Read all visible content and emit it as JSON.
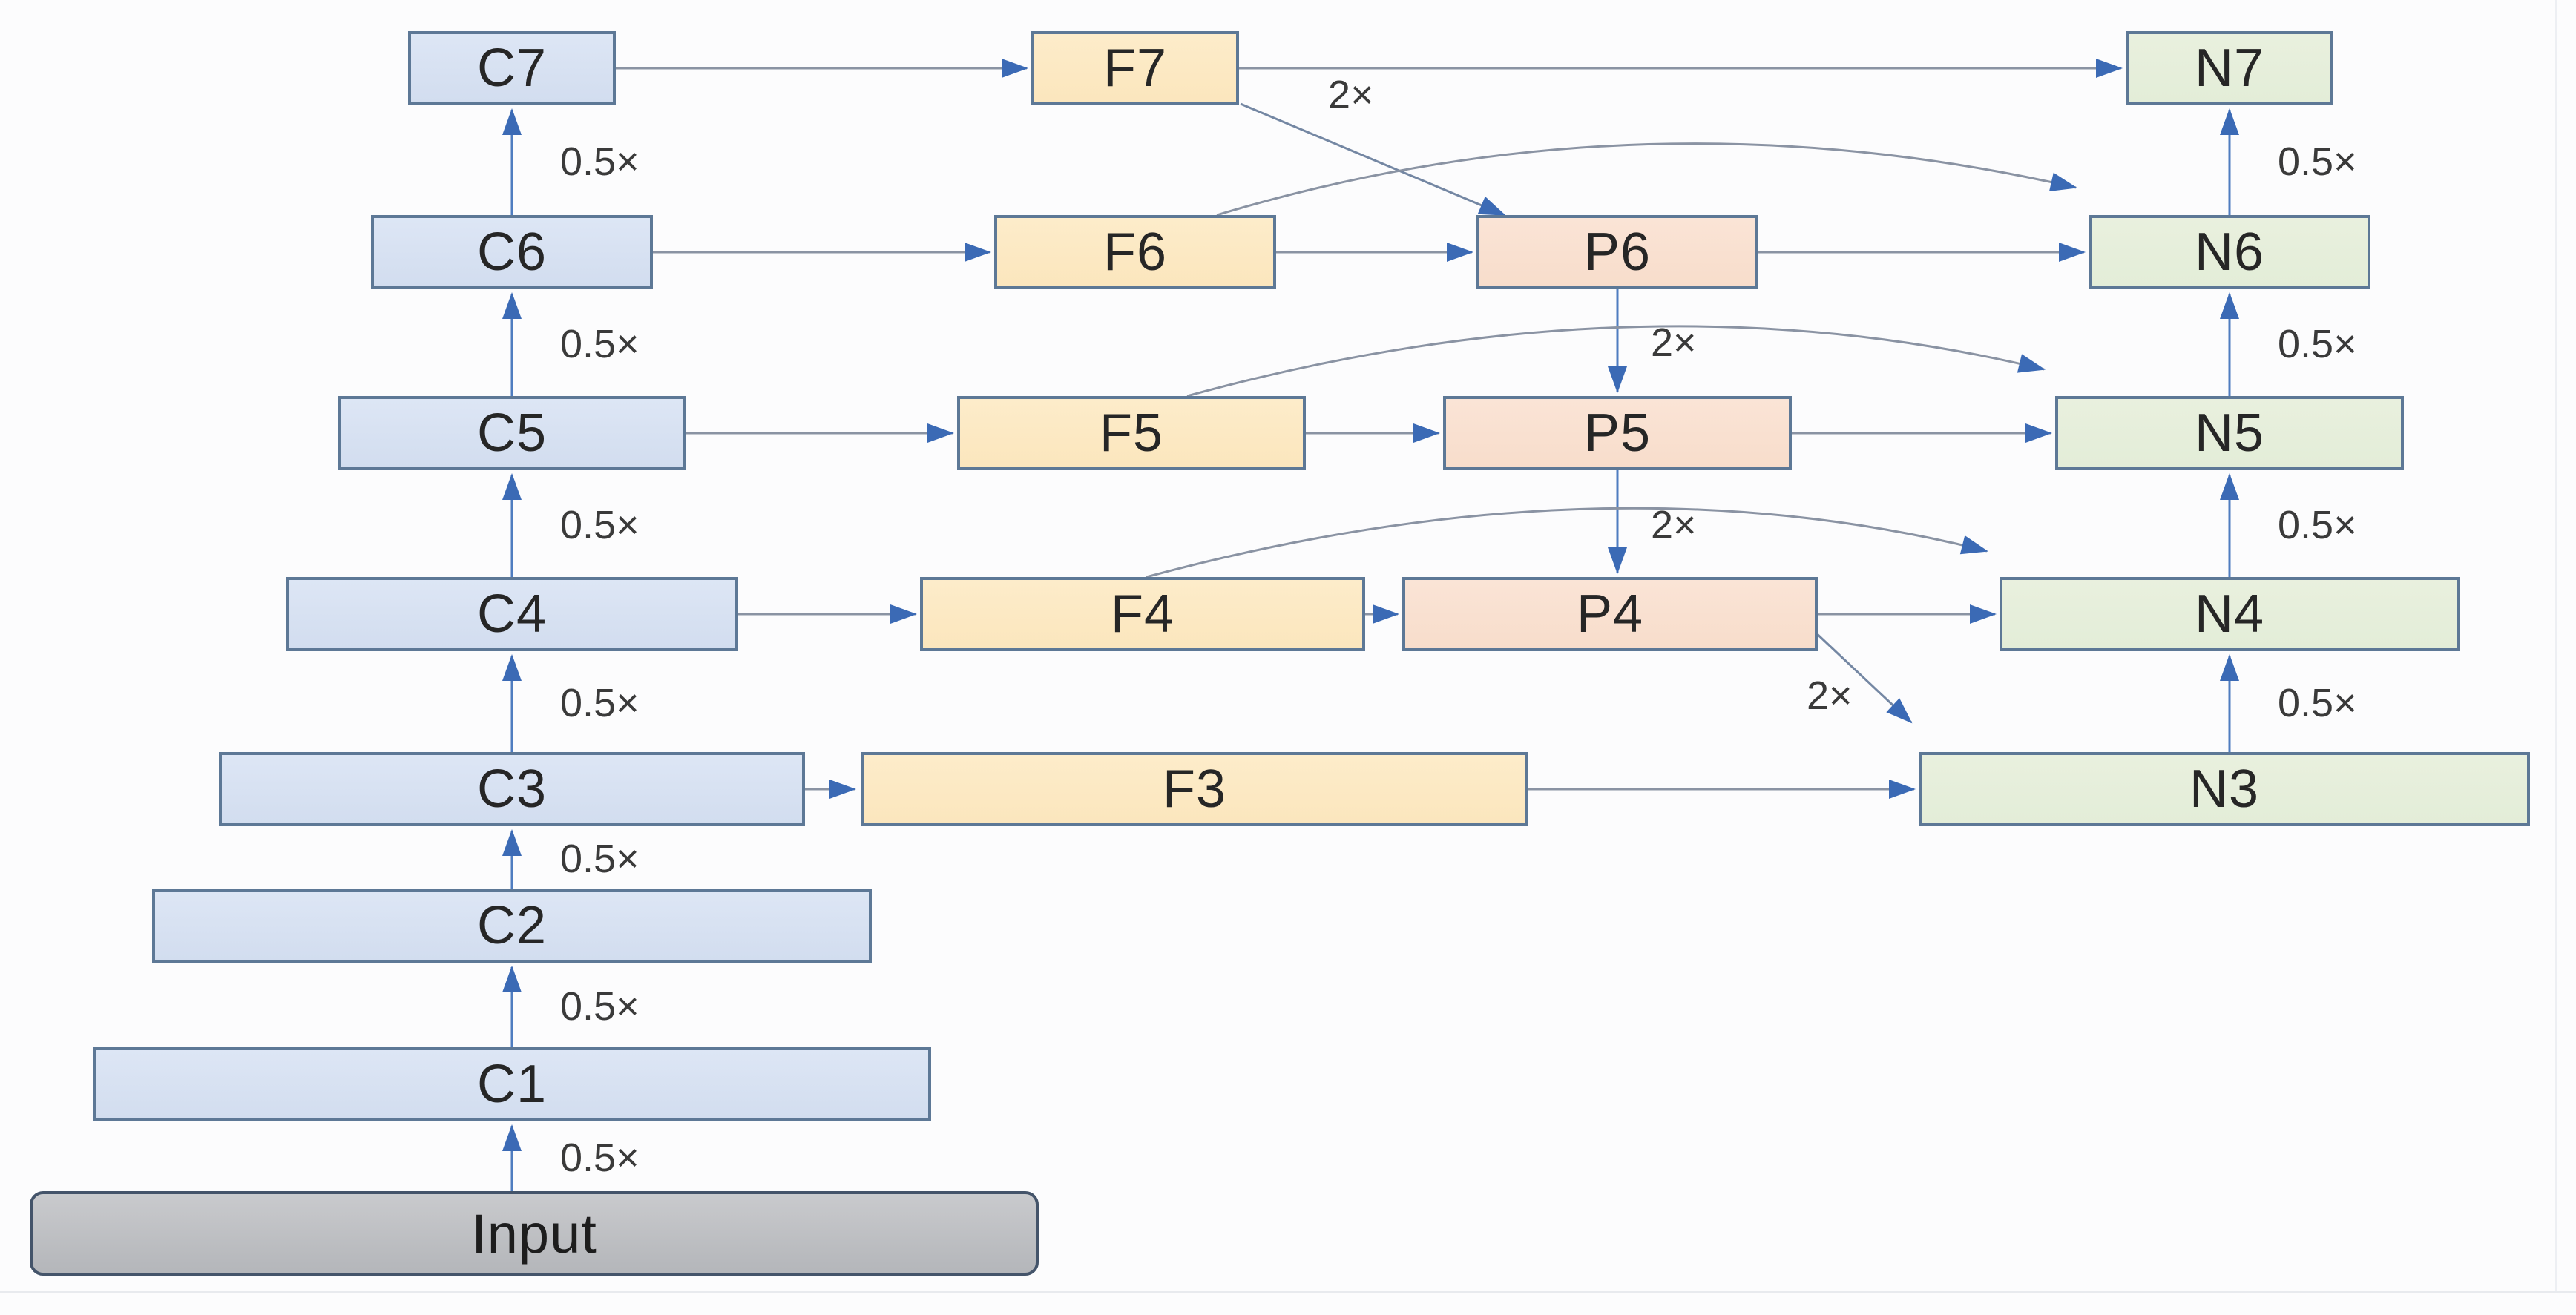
{
  "diagram_type": "feature-pyramid-network-architecture",
  "nodes": {
    "input": {
      "label": "Input"
    },
    "c1": {
      "label": "C1"
    },
    "c2": {
      "label": "C2"
    },
    "c3": {
      "label": "C3"
    },
    "c4": {
      "label": "C4"
    },
    "c5": {
      "label": "C5"
    },
    "c6": {
      "label": "C6"
    },
    "c7": {
      "label": "C7"
    },
    "f3": {
      "label": "F3"
    },
    "f4": {
      "label": "F4"
    },
    "f5": {
      "label": "F5"
    },
    "f6": {
      "label": "F6"
    },
    "f7": {
      "label": "F7"
    },
    "p4": {
      "label": "P4"
    },
    "p5": {
      "label": "P5"
    },
    "p6": {
      "label": "P6"
    },
    "n3": {
      "label": "N3"
    },
    "n4": {
      "label": "N4"
    },
    "n5": {
      "label": "N5"
    },
    "n6": {
      "label": "N6"
    },
    "n7": {
      "label": "N7"
    }
  },
  "scales": {
    "half": "0.5×",
    "double": "2×"
  },
  "edges": [
    {
      "from": "Input",
      "to": "C1",
      "label": "0.5×"
    },
    {
      "from": "C1",
      "to": "C2",
      "label": "0.5×"
    },
    {
      "from": "C2",
      "to": "C3",
      "label": "0.5×"
    },
    {
      "from": "C3",
      "to": "C4",
      "label": "0.5×"
    },
    {
      "from": "C4",
      "to": "C5",
      "label": "0.5×"
    },
    {
      "from": "C5",
      "to": "C6",
      "label": "0.5×"
    },
    {
      "from": "C6",
      "to": "C7",
      "label": "0.5×"
    },
    {
      "from": "C7",
      "to": "F7",
      "label": ""
    },
    {
      "from": "C6",
      "to": "F6",
      "label": ""
    },
    {
      "from": "C5",
      "to": "F5",
      "label": ""
    },
    {
      "from": "C4",
      "to": "F4",
      "label": ""
    },
    {
      "from": "C3",
      "to": "F3",
      "label": ""
    },
    {
      "from": "F7",
      "to": "N7",
      "label": ""
    },
    {
      "from": "F7",
      "to": "P6",
      "label": "2×"
    },
    {
      "from": "F6",
      "to": "P6",
      "label": ""
    },
    {
      "from": "F6",
      "to": "N6",
      "label": ""
    },
    {
      "from": "F5",
      "to": "P5",
      "label": ""
    },
    {
      "from": "F5",
      "to": "N5",
      "label": ""
    },
    {
      "from": "F4",
      "to": "P4",
      "label": ""
    },
    {
      "from": "F4",
      "to": "N4",
      "label": ""
    },
    {
      "from": "F3",
      "to": "N3",
      "label": ""
    },
    {
      "from": "P6",
      "to": "N6",
      "label": ""
    },
    {
      "from": "P6",
      "to": "P5",
      "label": "2×"
    },
    {
      "from": "P5",
      "to": "N5",
      "label": ""
    },
    {
      "from": "P5",
      "to": "P4",
      "label": "2×"
    },
    {
      "from": "P4",
      "to": "N4",
      "label": ""
    },
    {
      "from": "P4",
      "to": "N3",
      "label": "2×"
    },
    {
      "from": "N3",
      "to": "N4",
      "label": "0.5×"
    },
    {
      "from": "N4",
      "to": "N5",
      "label": "0.5×"
    },
    {
      "from": "N5",
      "to": "N6",
      "label": "0.5×"
    },
    {
      "from": "N6",
      "to": "N7",
      "label": "0.5×"
    }
  ],
  "colors": {
    "c_fill": "#d6e0f1",
    "f_fill": "#fce9c6",
    "p_fill": "#f9e0d0",
    "n_fill": "#e6eeda",
    "input_fill": "#bfc1c5",
    "node_border": "#5d7896",
    "input_border": "#44546a",
    "arrow_head": "#3b6ab5",
    "line": "#8a93a3",
    "vertical_line": "#4f7dc0",
    "background": "#fcfcfd"
  }
}
